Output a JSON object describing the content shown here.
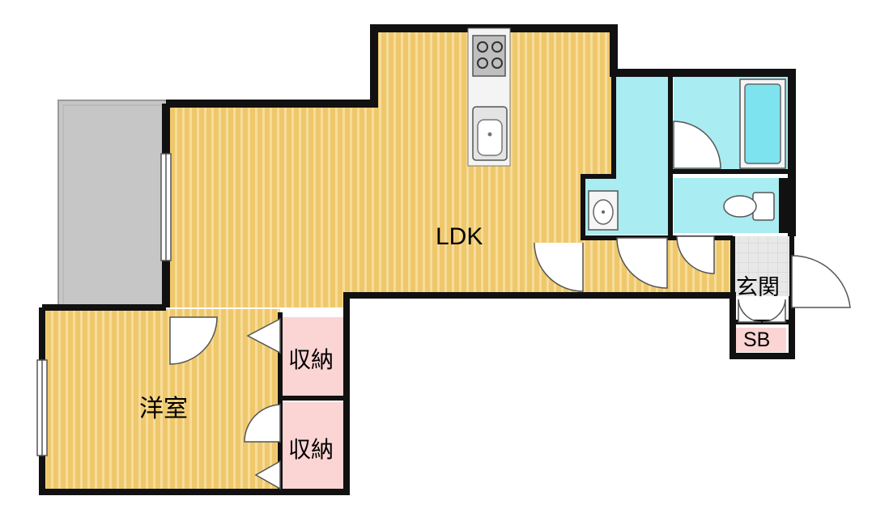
{
  "floorplan": {
    "rooms": {
      "ldk": "LDK",
      "western_room": "洋室",
      "closet_upper": "収納",
      "closet_lower": "収納",
      "entrance": "玄関",
      "shoe_box": "SB"
    },
    "colors": {
      "wood_floor": "#efc86c",
      "wood_stripe": "#f7dd9a",
      "wet_area": "#a9ecf1",
      "storage": "#fbd4d4",
      "balcony": "#c6c6c6",
      "entrance_tile": "#e3e3e3",
      "wall": "#111111"
    }
  }
}
